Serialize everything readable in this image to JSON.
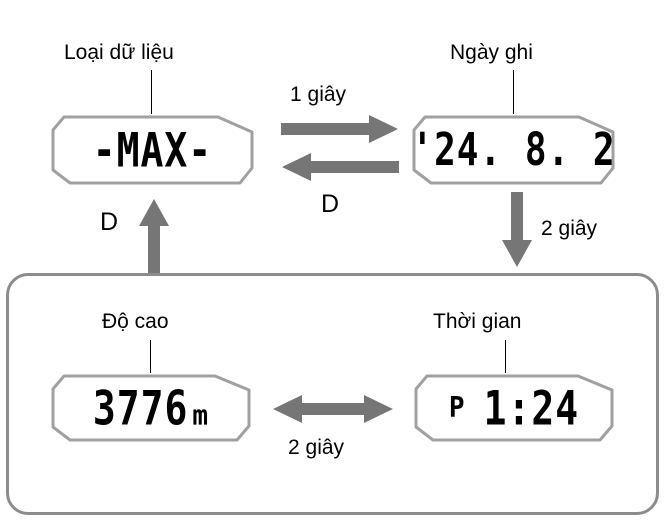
{
  "diagram": {
    "title": "Che do hien thi du lieu",
    "accent_gray": "#767676",
    "panel_border": "#a0a0a0",
    "group_border": "#8c8c8c",
    "text_color": "#000000",
    "background": "#ffffff"
  },
  "panels": {
    "data_type": {
      "label": "Loại dữ liệu",
      "value": "-MAX-"
    },
    "record_date": {
      "label": "Ngày ghi",
      "value": "'24. 8. 2"
    },
    "altitude": {
      "label": "Độ cao",
      "value": "3776",
      "unit": "m"
    },
    "time": {
      "label": "Thời gian",
      "ampm": "P",
      "value": "1:24"
    }
  },
  "transitions": {
    "top_right_label": "1 giây",
    "top_left_label": "D",
    "left_up_label": "D",
    "right_down_label": "2 giây",
    "bottom_label": "2 giây"
  }
}
